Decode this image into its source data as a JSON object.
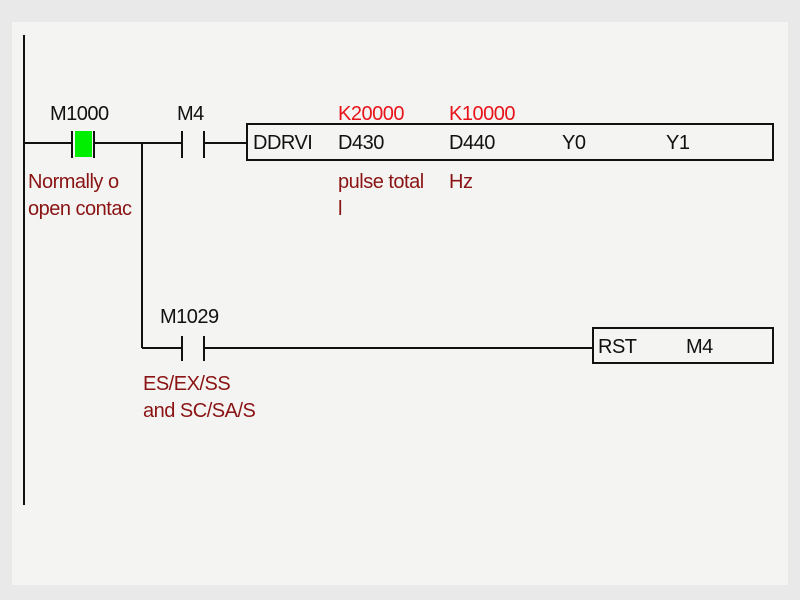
{
  "rung1": {
    "contact1": {
      "label": "M1000",
      "comment": [
        "Normally o",
        "open contac"
      ],
      "state": "on",
      "active_color": "#00ee00"
    },
    "contact2": {
      "label": "M4"
    },
    "instruction": {
      "op": "DDRVI",
      "operands": [
        "D430",
        "D440",
        "Y0",
        "Y1"
      ],
      "constants": [
        "K20000",
        "K10000"
      ],
      "comments": {
        "d430": [
          "pulse total",
          "l"
        ],
        "d440": [
          "Hz"
        ]
      }
    }
  },
  "rung2": {
    "contact": {
      "label": "M1029",
      "comment": [
        "ES/EX/SS",
        "and SC/SA/S"
      ]
    },
    "instruction": {
      "op": "RST",
      "operand": "M4"
    }
  },
  "colors": {
    "constant": "#e8141a",
    "comment": "#8a1414",
    "line": "#111111"
  }
}
